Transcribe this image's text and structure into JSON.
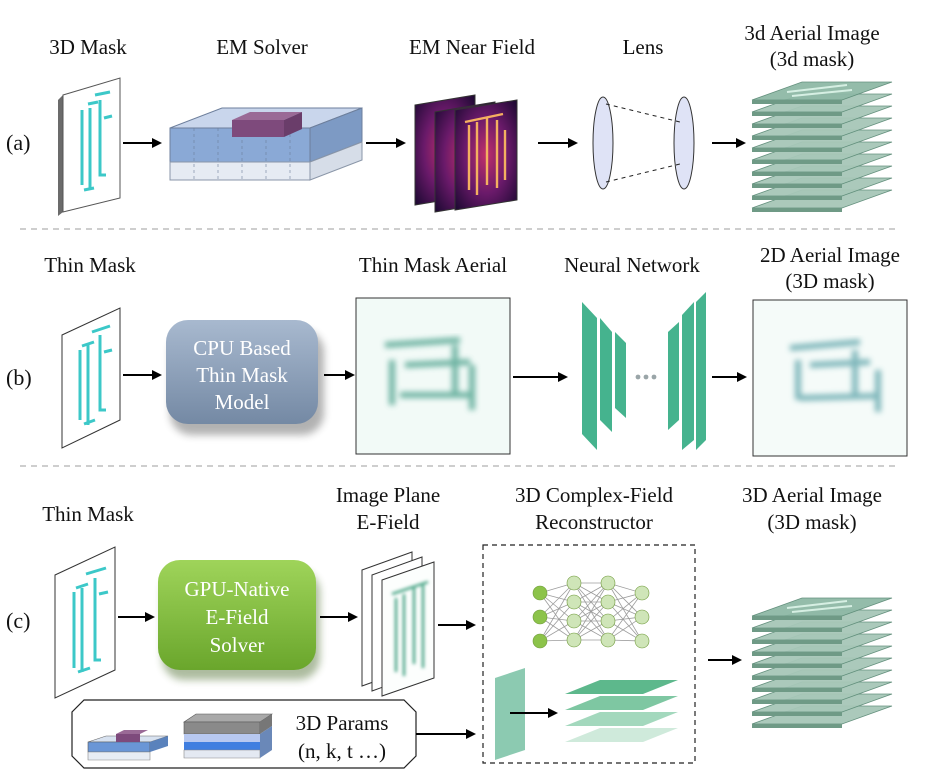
{
  "row_a": {
    "label": "(a)",
    "mask_title": "3D Mask",
    "solver_title": "EM Solver",
    "nearfield_title": "EM Near Field",
    "lens_title": "Lens",
    "aerial_title_1": "3d Aerial Image",
    "aerial_title_2": "(3d mask)"
  },
  "row_b": {
    "label": "(b)",
    "mask_title": "Thin Mask",
    "model_line1": "CPU Based",
    "model_line2": "Thin Mask",
    "model_line3": "Model",
    "aerial_title": "Thin Mask Aerial",
    "nn_title": "Neural Network",
    "out_title_1": "2D Aerial Image",
    "out_title_2": "(3D mask)"
  },
  "row_c": {
    "label": "(c)",
    "mask_title": "Thin Mask",
    "solver_line1": "GPU-Native",
    "solver_line2": "E-Field",
    "solver_line3": "Solver",
    "efield_title_1": "Image Plane",
    "efield_title_2": "E-Field",
    "recon_title_1": "3D Complex-Field",
    "recon_title_2": "Reconstructor",
    "out_title_1": "3D Aerial Image",
    "out_title_2": "(3D mask)",
    "params_title": "3D Params",
    "params_values": "(n, k, t …)"
  },
  "colors": {
    "mask_pattern": "#3cc8c8",
    "cpu_box": "#8fa2ba",
    "gpu_box": "#7dbb3c",
    "nn_green": "#45b38e",
    "aerial_green": "#6aa58c"
  }
}
